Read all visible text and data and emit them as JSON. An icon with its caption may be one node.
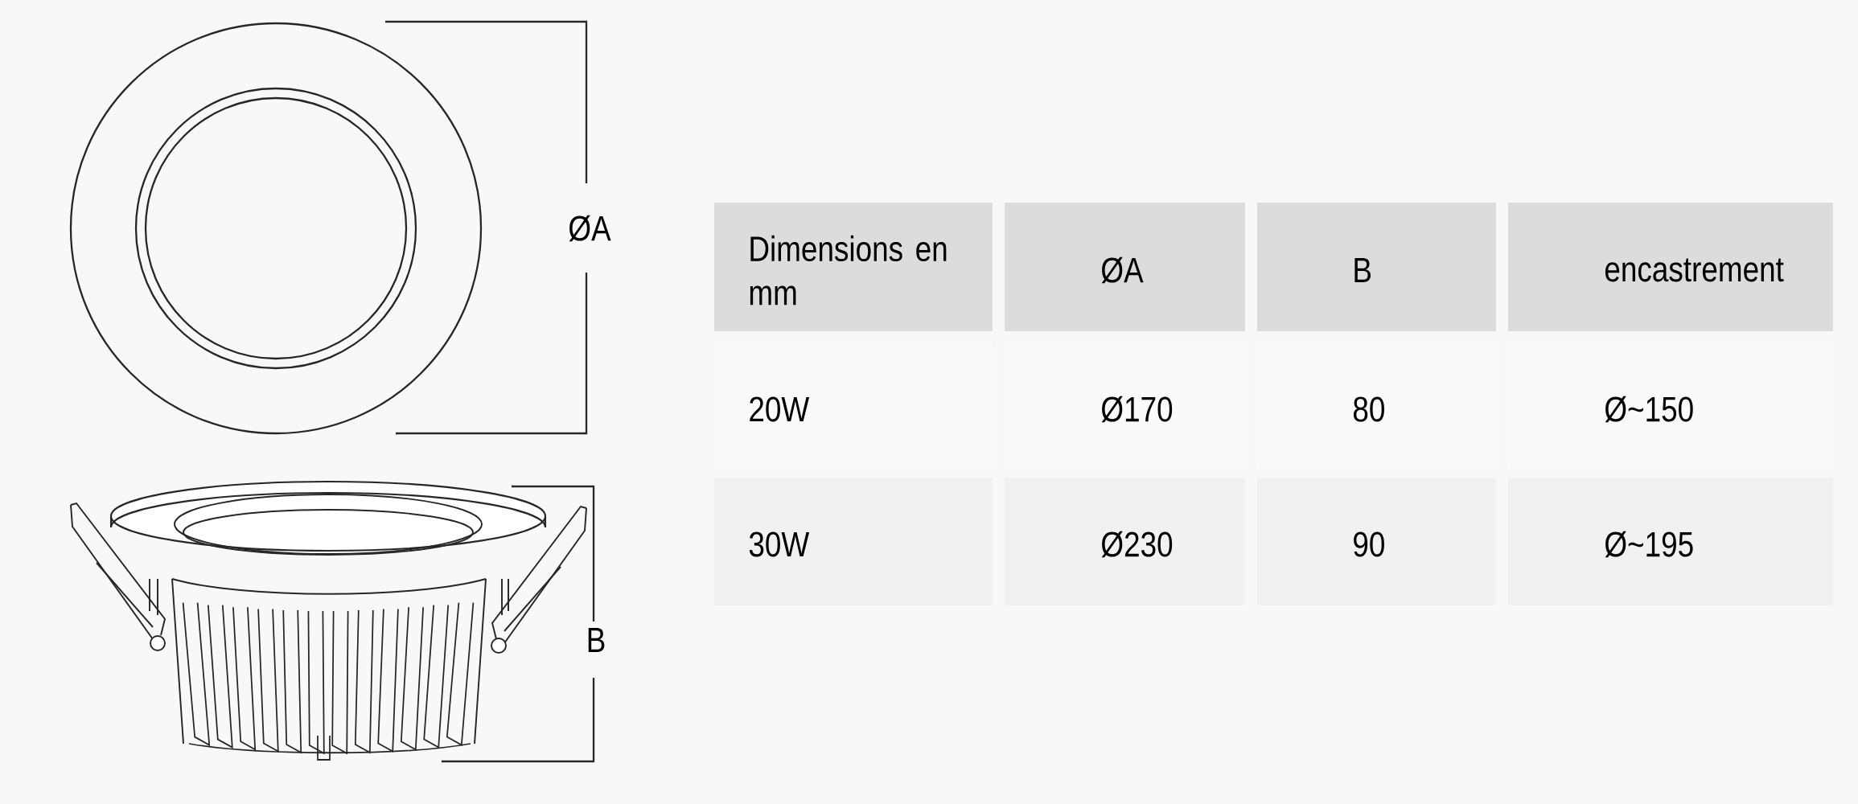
{
  "diagram": {
    "labels": [
      "ØA",
      "B",
      "Dimensions en mm",
      "ØA",
      "B",
      "encastrement",
      "20W",
      "Ø170",
      "80",
      "Ø~150",
      "30W",
      "Ø230",
      "90",
      "Ø~195"
    ]
  }
}
